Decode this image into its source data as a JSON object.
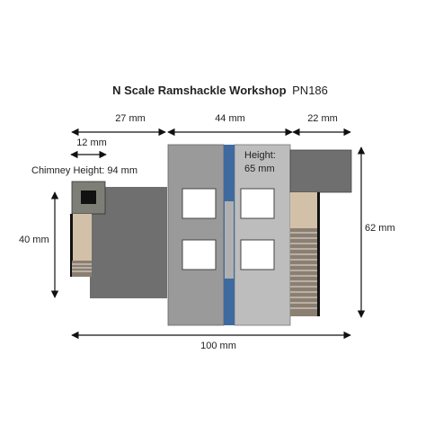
{
  "title": {
    "bold": "N Scale Ramshackle Workshop",
    "code": "PN186"
  },
  "dimensions": {
    "left_width": "27 mm",
    "center_width": "44 mm",
    "right_width": "22 mm",
    "chimney_width": "12 mm",
    "chimney_height": "Chimney Height: 94 mm",
    "center_height_line1": "Height:",
    "center_height_line2": "65 mm",
    "left_height": "40 mm",
    "right_height": "62 mm",
    "total_width": "100 mm"
  },
  "colors": {
    "dark_grey": "#6f6f6f",
    "mid_grey": "#9a9a9a",
    "light_grey": "#bdbdbd",
    "tan": "#d2c1a8",
    "chimney": "#7d7f76",
    "blue": "#3f6aa0",
    "line": "#111111"
  }
}
